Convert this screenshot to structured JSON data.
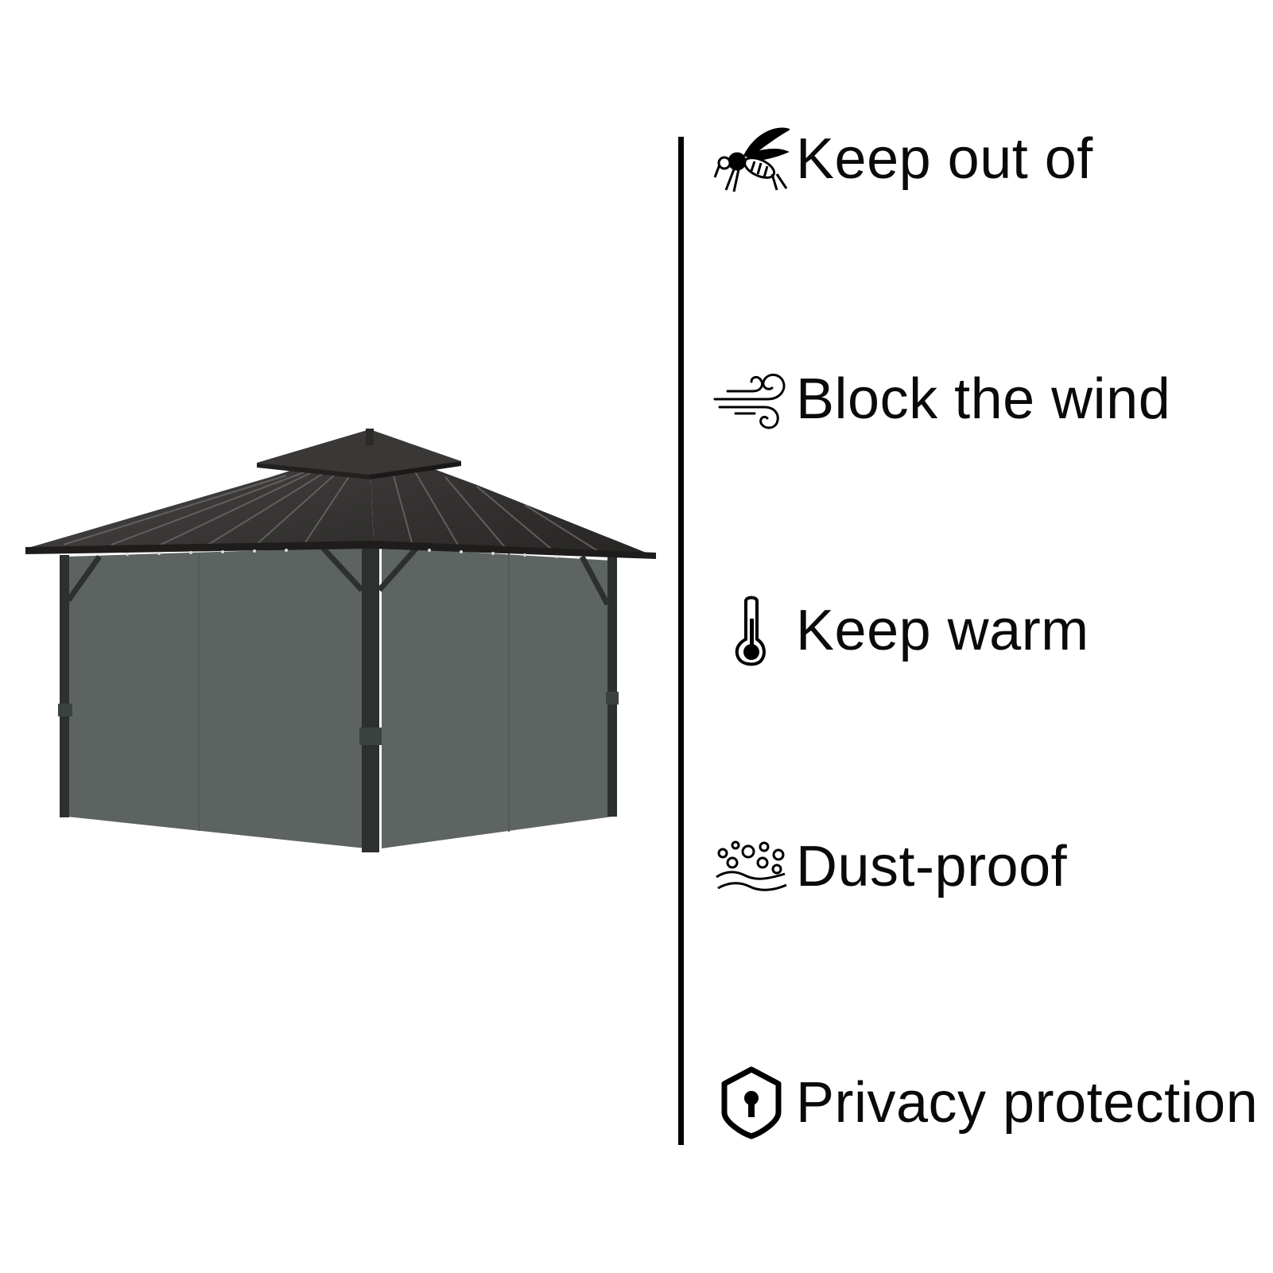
{
  "features": [
    {
      "icon": "mosquito-icon",
      "label": "Keep out of"
    },
    {
      "icon": "wind-icon",
      "label": "Block the wind"
    },
    {
      "icon": "thermometer-icon",
      "label": "Keep warm"
    },
    {
      "icon": "dust-icon",
      "label": "Dust-proof"
    },
    {
      "icon": "shield-keyhole-icon",
      "label": "Privacy protection"
    }
  ],
  "colors": {
    "roof": "#3b3a39",
    "frame": "#2c302f",
    "curtain": "#5d6361",
    "text": "#0a0a0a",
    "divider": "#000000"
  }
}
